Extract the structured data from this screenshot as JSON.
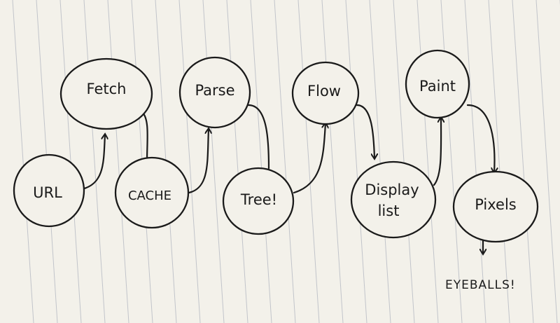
{
  "nodes": {
    "url": {
      "label": "URL"
    },
    "fetch": {
      "label": "Fetch"
    },
    "cache": {
      "label": "CACHE"
    },
    "parse": {
      "label": "Parse"
    },
    "tree": {
      "label": "Tree!"
    },
    "flow": {
      "label": "Flow"
    },
    "display": {
      "label_line1": "Display",
      "label_line2": "list"
    },
    "paint": {
      "label": "Paint"
    },
    "pixels": {
      "label": "Pixels"
    }
  },
  "final_note": "EYEBALLS!",
  "colors": {
    "ink": "#1a1a1a",
    "paper": "#f3f1ea",
    "ruled_lines": "#9aa0b0",
    "background": "#5a4530"
  }
}
